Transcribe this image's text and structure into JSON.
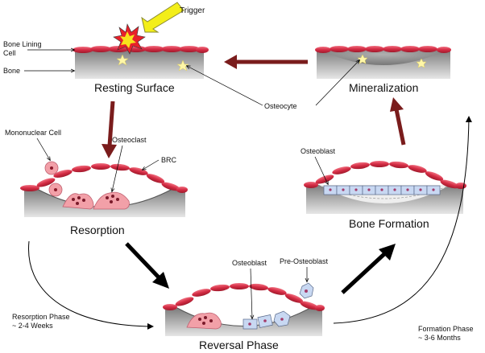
{
  "labels": {
    "trigger": "Trigger",
    "bone_lining_cell": "Bone Lining\nCell",
    "bone": "Bone",
    "resting_surface": "Resting Surface",
    "osteocyte": "Osteocyte",
    "mineralization": "Mineralization",
    "mononuclear_cell": "Mononuclear Cell",
    "osteoclast": "Osteoclast",
    "brc": "BRC",
    "resorption": "Resorption",
    "osteoblast_formation": "Osteoblast",
    "bone_formation": "Bone Formation",
    "osteoblast_reversal": "Osteoblast",
    "pre_osteoblast": "Pre-Osteoblast",
    "resorption_phase": "Resorption Phase\n~ 2-4 Weeks",
    "reversal_phase": "Reversal Phase",
    "formation_phase": "Formation Phase\n~ 3-6 Months"
  },
  "colors": {
    "lining_cell": "#d83a4e",
    "bone_top": "#8a8a8a",
    "bone_bottom": "#d8d8d8",
    "osteoclast": "#f2a0a8",
    "osteoblast": "#c8d8f2",
    "arrow_dark_red": "#7a1c1c",
    "trigger_yellow": "#f5f000"
  }
}
